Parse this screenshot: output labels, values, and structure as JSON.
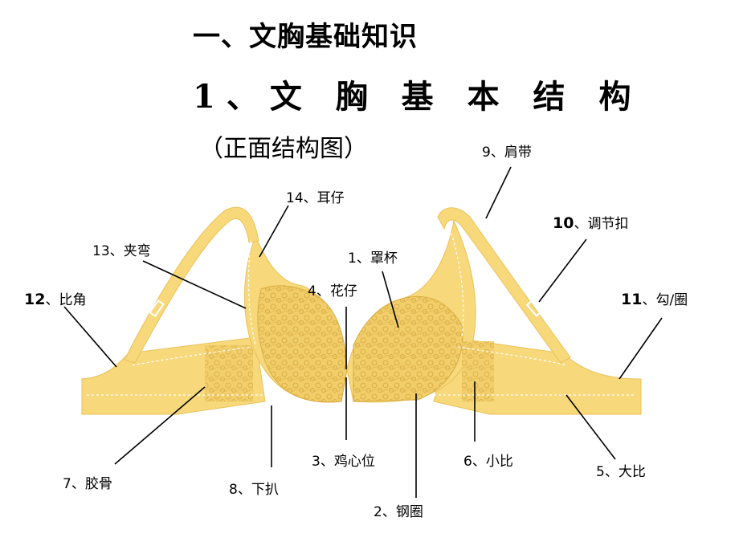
{
  "title": "一、文胸基础知识",
  "subtitle": "1、文 胸 基 本 结 构",
  "view_note": "（正面结构图）",
  "labels": {
    "cup": "1、罩杯",
    "wire": "2、钢圈",
    "center_gore": "3、鸡心位",
    "lace": "4、花仔",
    "big_side": "5、大比",
    "small_side": "6、小比",
    "side_seam": "7、胶骨",
    "bottom_band": "8、下扒",
    "strap": "9、肩带",
    "adjuster_num": "10",
    "adjuster_text": "、调节扣",
    "hook_num": "11",
    "hook_text": "、勾/圈",
    "wing_num": "12",
    "wing_text": "、比角",
    "underarm": "13、夹弯",
    "ear": "14、耳仔"
  },
  "colors": {
    "fabric": "#F7D87A",
    "fabric_dark": "#E9C25A",
    "lace": "#EDC65E",
    "leader_line": "#000000"
  }
}
